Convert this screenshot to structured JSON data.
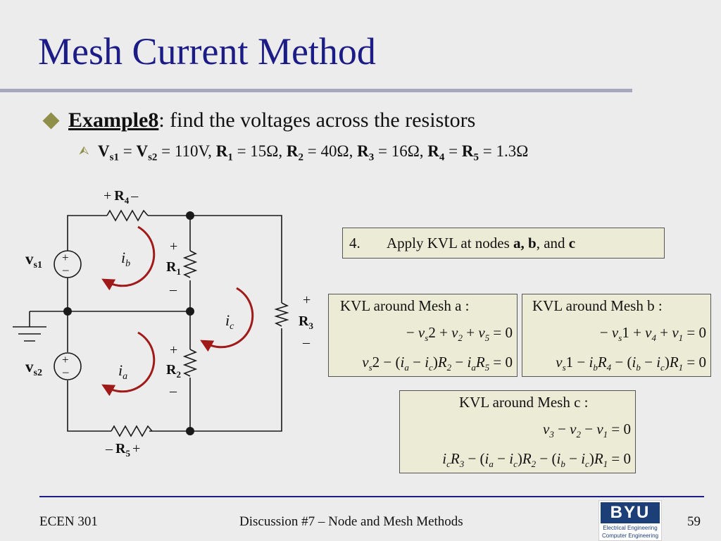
{
  "slide": {
    "title": "Mesh Current Method",
    "bullet1": {
      "label": "Example8",
      "text": ": find the voltages across the resistors"
    },
    "bullet2": {
      "marker": "⮙",
      "vs1": "V",
      "vs1_sub": "s1",
      "eq1": " = ",
      "vs2": "V",
      "vs2_sub": "s2",
      "eq2": " = 110V, ",
      "r1": "R",
      "r1_sub": "1",
      "eq3": " = 15Ω, ",
      "r2": "R",
      "r2_sub": "2",
      "eq4": " = 40Ω, ",
      "r3": "R",
      "r3_sub": "3",
      "eq5": " = 16Ω, ",
      "r4": "R",
      "r4_sub": "4",
      "eq6": " = ",
      "r5": "R",
      "r5_sub": "5",
      "eq7": " = 1.3Ω"
    }
  },
  "circuit": {
    "plus": "+",
    "minus": "–",
    "r4_label": "R",
    "r4_sub": "4",
    "r5_label": "R",
    "r5_sub": "5",
    "r1_label": "R",
    "r1_sub": "1",
    "r2_label": "R",
    "r2_sub": "2",
    "r3_label": "R",
    "r3_sub": "3",
    "vs1_label": "v",
    "vs1_sub": "s1",
    "vs2_label": "v",
    "vs2_sub": "s2",
    "ia_label": "i",
    "ia_sub": "a",
    "ib_label": "i",
    "ib_sub": "b",
    "ic_label": "i",
    "ic_sub": "c"
  },
  "step": {
    "number": "4.",
    "text_pre": "Apply KVL at nodes ",
    "a": "a, ",
    "b": "b",
    "mid": ", and ",
    "c": "c"
  },
  "mesh_a": {
    "heading": "KVL around Mesh a :",
    "eq1": "− v_s2 + v_2 + v_5 = 0",
    "eq2": "v_s2 − (i_a − i_c)R_2 − i_aR_5 = 0"
  },
  "mesh_b": {
    "heading": "KVL around Mesh b :",
    "eq1": "− v_s1 + v_4 + v_1 = 0",
    "eq2": "v_s1 − i_bR_4 − (i_b − i_c)R_1 = 0"
  },
  "mesh_c": {
    "heading": "KVL around Mesh c :",
    "eq1": "v_3 − v_2 − v_1 = 0",
    "eq2": "i_cR_3 − (i_a − i_c)R_2 − (i_b − i_c)R_1 = 0"
  },
  "footer": {
    "course": "ECEN 301",
    "center": "Discussion #7 – Node and Mesh Methods",
    "page": "59",
    "logo_text": "BYU",
    "logo_line1": "Electrical Engineering",
    "logo_line2": "Computer Engineering"
  },
  "colors": {
    "title": "#1c1c86",
    "arrow": "#a01a1a",
    "box_fill": "#ecebd5",
    "bullet": "#8f8f4a",
    "logo": "#1d3f78"
  }
}
